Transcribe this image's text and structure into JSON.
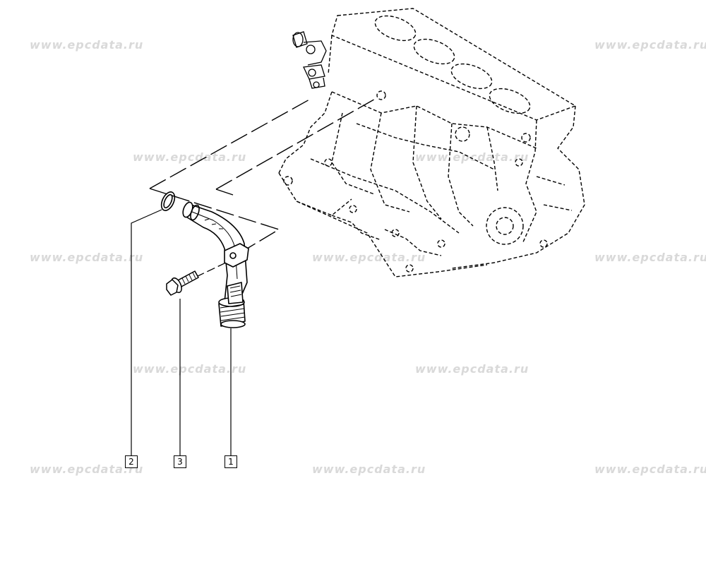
{
  "watermark_text": "www.epcdata.ru",
  "parts": [
    {
      "ref": "1",
      "name": "oil-pump-pickup-tube"
    },
    {
      "ref": "2",
      "name": "o-ring-seal"
    },
    {
      "ref": "3",
      "name": "flange-bolt"
    }
  ],
  "colors": {
    "line": "#000000",
    "watermark": "#d9d9d9",
    "background": "#ffffff"
  }
}
